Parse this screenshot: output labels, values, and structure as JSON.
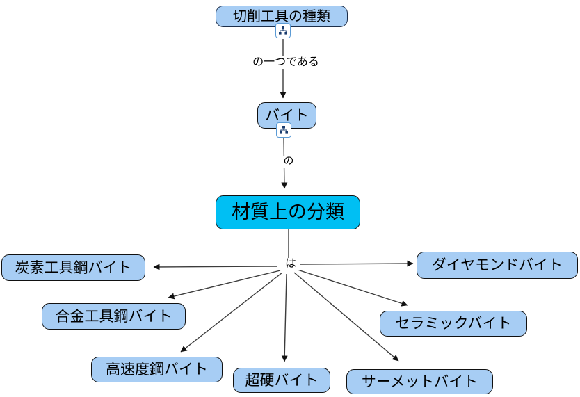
{
  "diagram": {
    "type": "concept-map",
    "background": "#ffffff",
    "colors": {
      "node_fill": "#a7cdf4",
      "highlight_node_fill": "#00bff3",
      "node_border": "#111111",
      "line_color": "#3c3c3c",
      "text_color": "#000000",
      "resource_icon_border": "#5b9bd5"
    },
    "nodes": {
      "root": {
        "label": "切削工具の種類",
        "highlighted": false,
        "has_resource_icon": true
      },
      "bite": {
        "label": "バイト",
        "highlighted": false,
        "has_resource_icon": true
      },
      "material": {
        "label": "材質上の分類",
        "highlighted": true,
        "has_resource_icon": false
      },
      "carbon": {
        "label": "炭素工具鋼バイト",
        "highlighted": false,
        "has_resource_icon": false
      },
      "alloy": {
        "label": "合金工具鋼バイト",
        "highlighted": false,
        "has_resource_icon": false
      },
      "hss": {
        "label": "高速度鋼バイト",
        "highlighted": false,
        "has_resource_icon": false
      },
      "carbide": {
        "label": "超硬バイト",
        "highlighted": false,
        "has_resource_icon": false
      },
      "cermet": {
        "label": "サーメットバイト",
        "highlighted": false,
        "has_resource_icon": false
      },
      "ceramic": {
        "label": "セラミックバイト",
        "highlighted": false,
        "has_resource_icon": false
      },
      "diamond": {
        "label": "ダイヤモンドバイト",
        "highlighted": false,
        "has_resource_icon": false
      }
    },
    "edge_labels": {
      "one_of": "の一つである",
      "no": "の",
      "wa": "は"
    },
    "edges": [
      {
        "from": "root",
        "label": "の一つである",
        "to": "bite"
      },
      {
        "from": "bite",
        "label": "の",
        "to": "material"
      },
      {
        "from": "material",
        "label": "は",
        "to": "carbon"
      },
      {
        "from": "material",
        "label": "は",
        "to": "alloy"
      },
      {
        "from": "material",
        "label": "は",
        "to": "hss"
      },
      {
        "from": "material",
        "label": "は",
        "to": "carbide"
      },
      {
        "from": "material",
        "label": "は",
        "to": "cermet"
      },
      {
        "from": "material",
        "label": "は",
        "to": "ceramic"
      },
      {
        "from": "material",
        "label": "は",
        "to": "diamond"
      }
    ],
    "icons": {
      "resource_icon": "tree-hierarchy-icon"
    }
  }
}
